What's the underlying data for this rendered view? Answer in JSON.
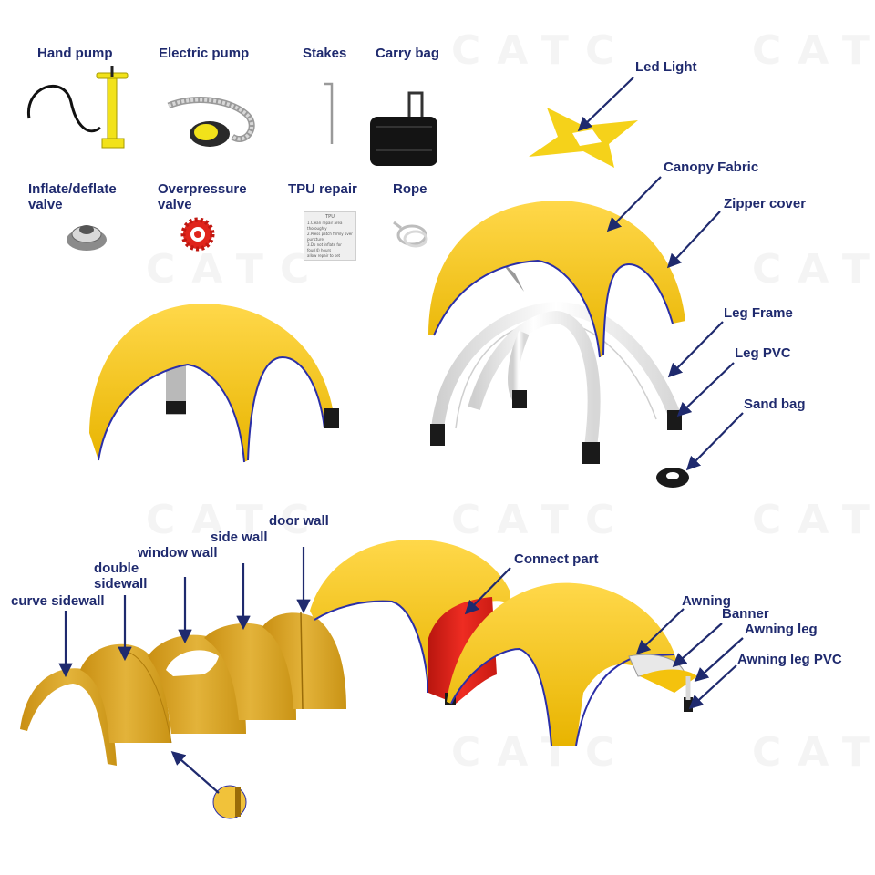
{
  "watermark": "CATC",
  "colors": {
    "label": "#1f2a6e",
    "arrow": "#1f2a6e",
    "canopy": "#f4c20d",
    "canopy_dark": "#d9a800",
    "edge": "#2b2fa8",
    "wall": "#d8a824",
    "leg": "#f1f1f1",
    "foot": "#1a1a1a",
    "connect": "#e0241b",
    "pump": "#f2e21a"
  },
  "accessories": {
    "hand_pump": "Hand pump",
    "electric_pump": "Electric pump",
    "stakes": "Stakes",
    "carry_bag": "Carry bag",
    "valve": "Inflate/deflate valve",
    "overpressure": "Overpressure valve",
    "tpu_repair": "TPU repair",
    "rope": "Rope",
    "tpu_card": {
      "title": "TPU",
      "lines": [
        "1.Clean repair area thoroughly",
        "2.Press patch firmly over puncture",
        "3.Do not inflate for four(4) hours",
        "allow repair to set"
      ]
    }
  },
  "parts": {
    "led_light": "Led Light",
    "canopy_fabric": "Canopy Fabric",
    "zipper_cover": "Zipper cover",
    "leg_frame": "Leg Frame",
    "leg_pvc": "Leg PVC",
    "sand_bag": "Sand bag"
  },
  "walls": {
    "door_wall": "door wall",
    "side_wall": "side wall",
    "window_wall": "window wall",
    "double_sidewall": "double sidewall",
    "curve_sidewall": "curve sidewall"
  },
  "connection": {
    "connect_part": "Connect part",
    "awning": "Awning",
    "banner": "Banner",
    "awning_leg": "Awning leg",
    "awning_leg_pvc": "Awning leg PVC"
  }
}
